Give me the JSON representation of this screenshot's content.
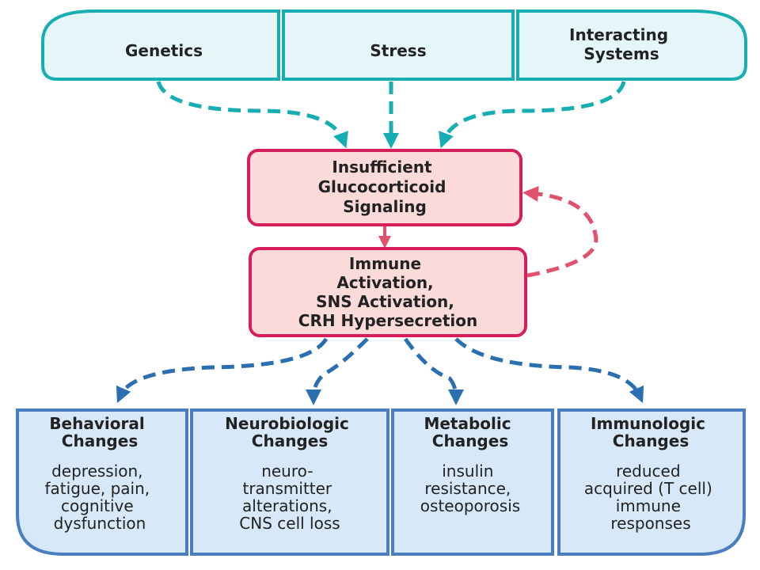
{
  "top": [
    {
      "lines": [
        "Genetics"
      ]
    },
    {
      "lines": [
        "Stress"
      ]
    },
    {
      "lines": [
        "Interacting",
        "Systems"
      ]
    }
  ],
  "center": {
    "first": {
      "lines": [
        "Insufficient",
        "Glucocorticoid",
        "Signaling"
      ]
    },
    "second": {
      "lines": [
        "Immune",
        "Activation,",
        "SNS Activation,",
        "CRH Hypersecretion"
      ]
    }
  },
  "outcomes": [
    {
      "title": [
        "Behavioral",
        "Changes"
      ],
      "detail": [
        "depression,",
        "fatigue, pain,",
        "cognitive",
        "dysfunction"
      ]
    },
    {
      "title": [
        "Neurobiologic",
        "Changes"
      ],
      "detail": [
        "neuro-",
        "transmitter",
        "alterations,",
        "CNS cell loss"
      ]
    },
    {
      "title": [
        "Metabolic",
        "Changes"
      ],
      "detail": [
        "insulin",
        "resistance,",
        "osteoporosis"
      ]
    },
    {
      "title": [
        "Immunologic",
        "Changes"
      ],
      "detail": [
        "reduced",
        "acquired (T cell)",
        "immune",
        "responses"
      ]
    }
  ],
  "colors": {
    "teal": "#17aeb3",
    "pink": "#d61e5b",
    "blue": "#4a7ec0"
  }
}
